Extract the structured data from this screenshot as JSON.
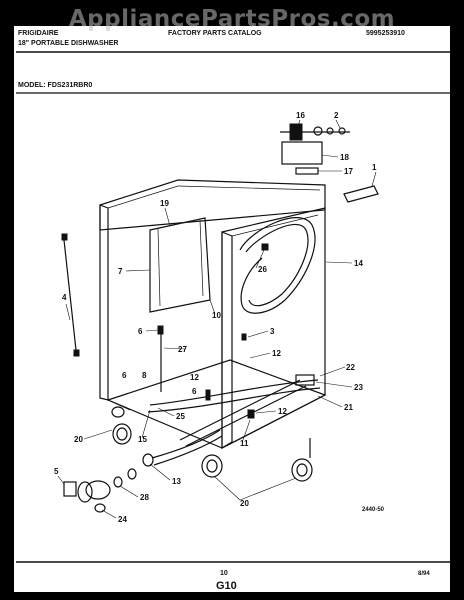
{
  "watermark": "AppliancePartsPros.com",
  "header": {
    "brand": "FRIGIDAIRE",
    "product": "18\" PORTABLE DISHWASHER",
    "catalog": "FACTORY PARTS CATALOG",
    "catalog_number": "5995253910",
    "model": "MODEL: FDS231RBR0"
  },
  "footer": {
    "page_number": "10",
    "section": "G10",
    "date": "8/94",
    "drawing_number": "2440-50"
  },
  "callouts": [
    "1",
    "2",
    "3",
    "4",
    "5",
    "6",
    "6",
    "6",
    "7",
    "8",
    "10",
    "11",
    "12",
    "12",
    "12",
    "13",
    "14",
    "15",
    "16",
    "17",
    "18",
    "19",
    "20",
    "20",
    "21",
    "22",
    "23",
    "24",
    "25",
    "26",
    "27",
    "28"
  ]
}
